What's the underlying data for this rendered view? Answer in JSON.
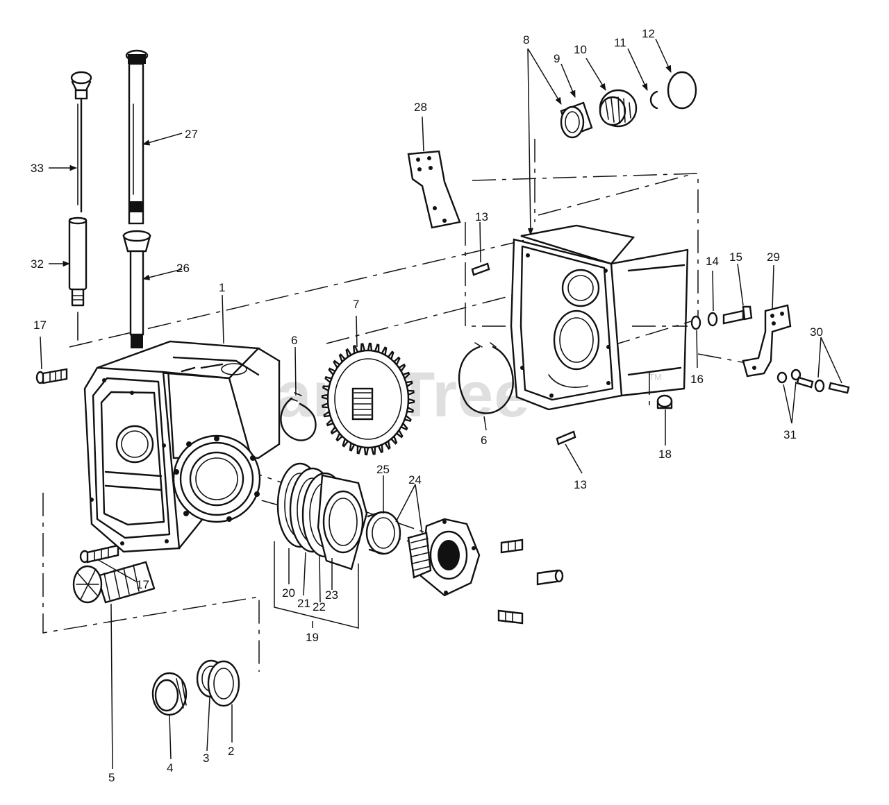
{
  "watermark": {
    "text": "PartsTree",
    "trademark": "TM"
  },
  "callouts": {
    "p1": "1",
    "p2": "2",
    "p3": "3",
    "p4": "4",
    "p5": "5",
    "p6a": "6",
    "p6b": "6",
    "p7": "7",
    "p8": "8",
    "p9": "9",
    "p10": "10",
    "p11": "11",
    "p12": "12",
    "p13a": "13",
    "p13b": "13",
    "p14": "14",
    "p15": "15",
    "p16": "16",
    "p17a": "17",
    "p17b": "17",
    "p18": "18",
    "p19": "19",
    "p20": "20",
    "p21": "21",
    "p22": "22",
    "p23": "23",
    "p24": "24",
    "p25": "25",
    "p26": "26",
    "p27": "27",
    "p28": "28",
    "p29": "29",
    "p30": "30",
    "p31": "31",
    "p32": "32",
    "p33": "33"
  }
}
